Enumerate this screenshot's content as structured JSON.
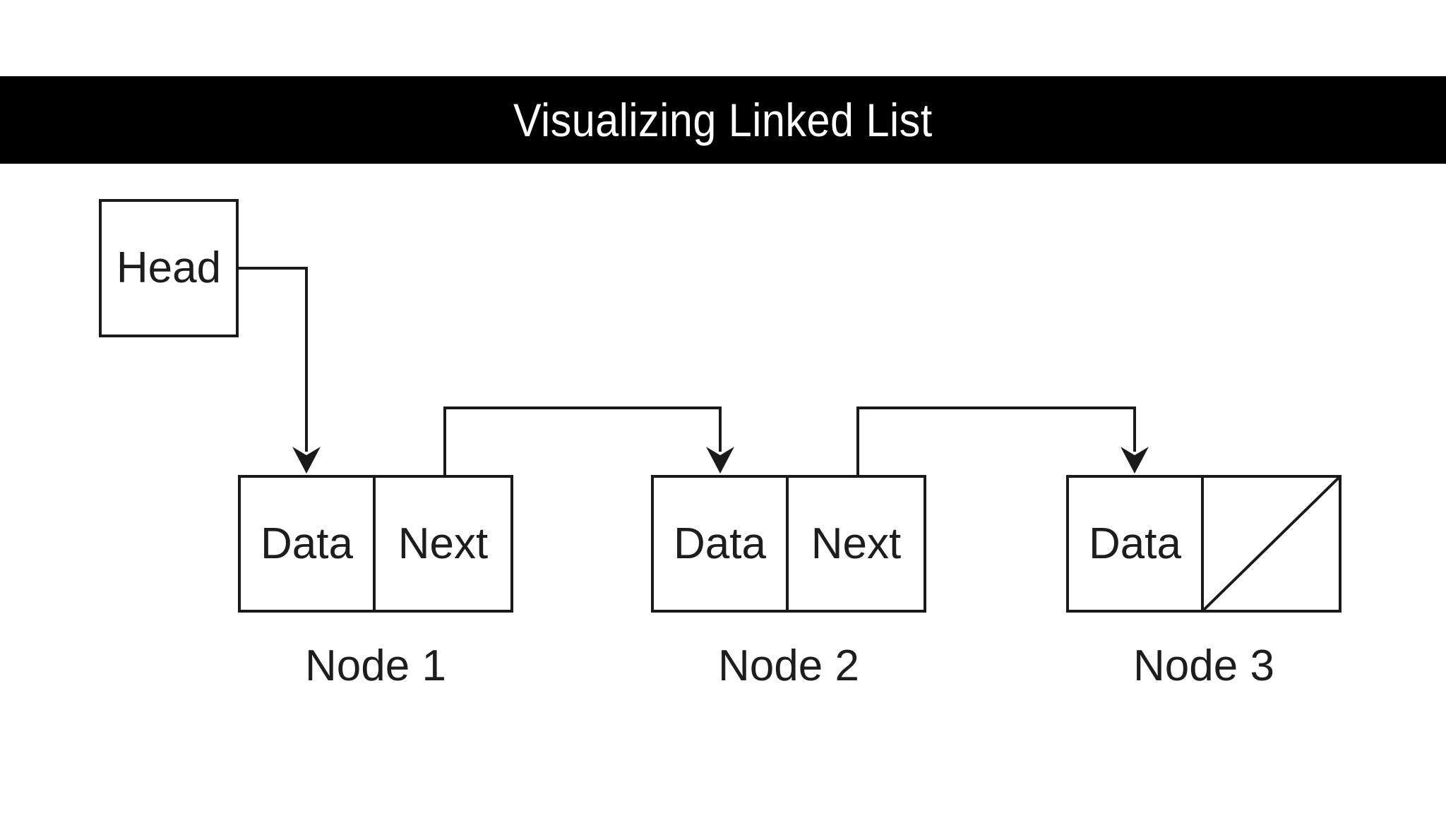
{
  "title_bar": {
    "title": "Visualizing Linked List"
  },
  "head": {
    "label": "Head"
  },
  "nodes": [
    {
      "name": "Node 1",
      "data_label": "Data",
      "next_label": "Next"
    },
    {
      "name": "Node 2",
      "data_label": "Data",
      "next_label": "Next"
    },
    {
      "name": "Node 3",
      "data_label": "Data",
      "next_label": null,
      "null_next_marker": "diagonal-slash"
    }
  ],
  "links": [
    {
      "from": "Head",
      "to": "Node 1"
    },
    {
      "from": "Node 1 Next",
      "to": "Node 2"
    },
    {
      "from": "Node 2 Next",
      "to": "Node 3"
    }
  ],
  "colors": {
    "background": "#ffffff",
    "title_bar_bg": "#000000",
    "title_text": "#ffffff",
    "line": "#1a1a1a",
    "label_text": "#1d1d1d"
  }
}
